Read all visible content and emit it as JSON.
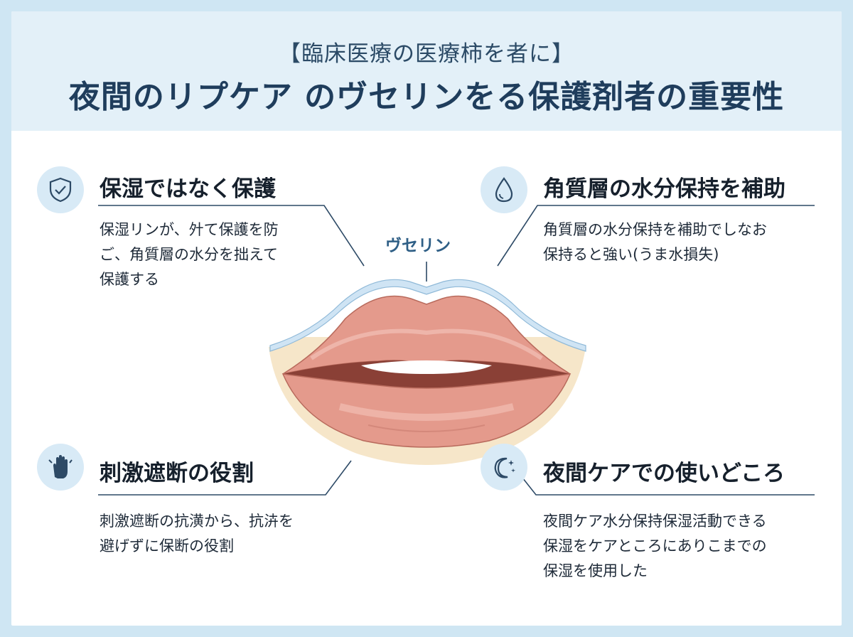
{
  "header": {
    "subtitle": "【臨床医療の医療⁠柿を者に】",
    "title": "夜間のリプケア のヴセリンをる保護剤者の重要性"
  },
  "center": {
    "label": "ヴセリン"
  },
  "sections": [
    {
      "icon": "shield-check-icon",
      "heading": "保湿ではなく保護",
      "lines": [
        "保湿リンが、㚈て保護を防",
        "ご、角質層の水分を拙えて",
        "保護する"
      ]
    },
    {
      "icon": "water-drop-icon",
      "heading": "角質層の水分保持を補助",
      "lines": [
        "角質層の水分保持を補助でしなお",
        "保持ると強い(うま水損失)"
      ]
    },
    {
      "icon": "hand-icon",
      "heading": "刺激遮断の役割",
      "lines": [
        "刺激遮断の抗潢から、抗泋を",
        "避げずに保断の役割"
      ]
    },
    {
      "icon": "moon-stars-icon",
      "heading": "夜間ケアでの使いどころ",
      "lines": [
        "夜間ケア水分保持保湿活動できる",
        "保湿をケアところにありこまでの",
        "保湿を使用した"
      ]
    }
  ],
  "colors": {
    "background": "#cfe6f3",
    "header_band": "#e3f0f8",
    "title": "#1f3d5c",
    "icon_circle": "#d8eaf6",
    "lip": "#e49a8c",
    "skin": "#f6e6c9",
    "petrolatum_layer": "#cfe4f4"
  }
}
